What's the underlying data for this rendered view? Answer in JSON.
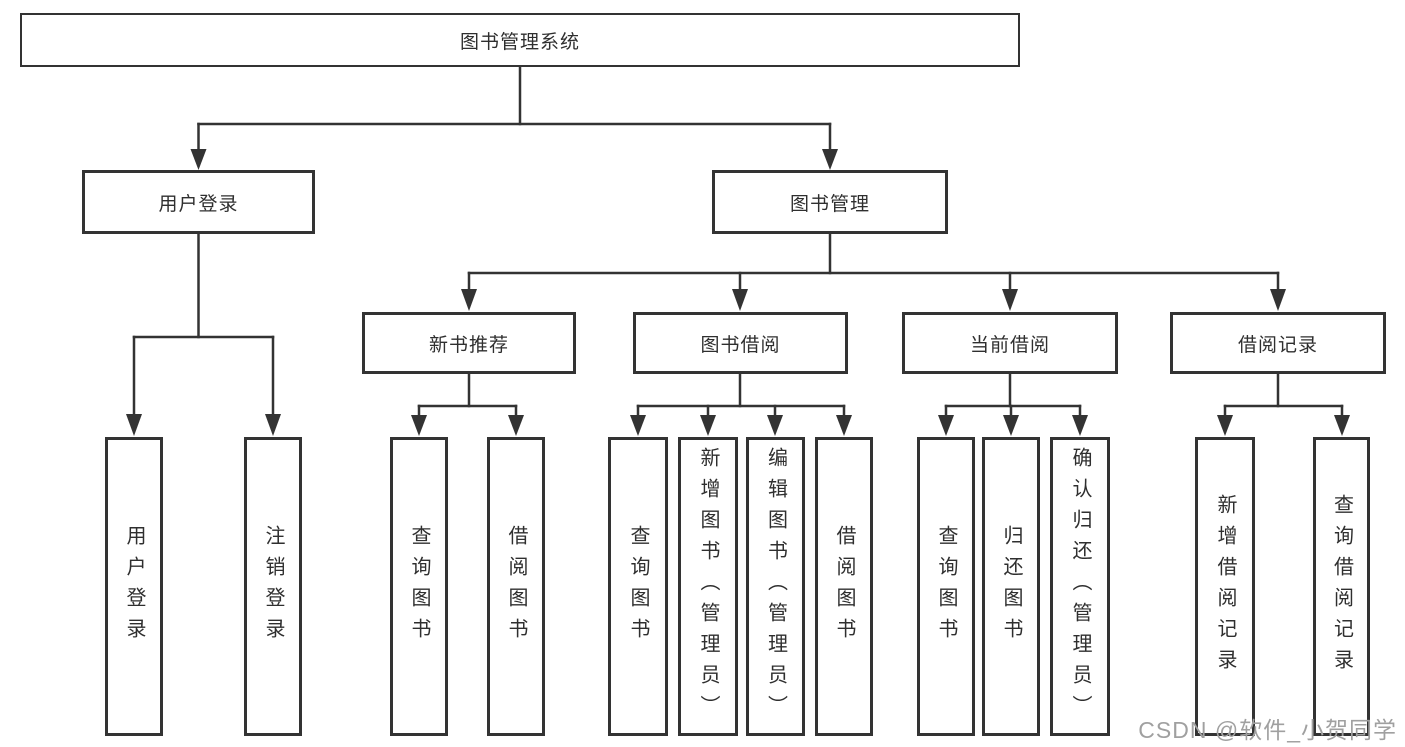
{
  "tree": {
    "root": {
      "label": "图书管理系统"
    },
    "login": {
      "label": "用户登录",
      "children": [
        {
          "label": "用户登录"
        },
        {
          "label": "注销登录"
        }
      ]
    },
    "mgmt": {
      "label": "图书管理",
      "groups": [
        {
          "label": "新书推荐",
          "children": [
            {
              "label": "查询图书"
            },
            {
              "label": "借阅图书"
            }
          ]
        },
        {
          "label": "图书借阅",
          "children": [
            {
              "label": "查询图书"
            },
            {
              "label": "新增图书（管理员）"
            },
            {
              "label": "编辑图书（管理员）"
            },
            {
              "label": "借阅图书"
            }
          ]
        },
        {
          "label": "当前借阅",
          "children": [
            {
              "label": "查询图书"
            },
            {
              "label": "归还图书"
            },
            {
              "label": "确认归还（管理员）"
            }
          ]
        },
        {
          "label": "借阅记录",
          "children": [
            {
              "label": "新增借阅记录"
            },
            {
              "label": "查询借阅记录"
            }
          ]
        }
      ]
    }
  },
  "watermark": "CSDN @软件_小贺同学",
  "colors": {
    "line": "#333333",
    "box_border": "#333333",
    "text": "#2f2f2f",
    "background": "#ffffff",
    "watermark": "#a0a0a0"
  }
}
